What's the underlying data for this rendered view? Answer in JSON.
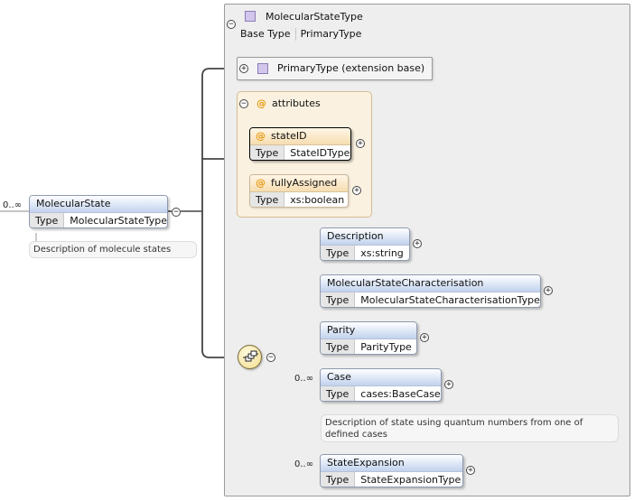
{
  "complex_type": {
    "name": "MolecularStateType",
    "base_type_label": "Base Type",
    "base_type_value": "PrimaryType",
    "extension_label": "PrimaryType (extension base)"
  },
  "root_element": {
    "occurrence": "0..∞",
    "name": "MolecularState",
    "type_label": "Type",
    "type_value": "MolecularStateType",
    "doc": "Description of molecule states"
  },
  "attributes_group": {
    "label": "attributes",
    "items": [
      {
        "name": "stateID",
        "type_label": "Type",
        "type_value": "StateIDType"
      },
      {
        "name": "fullyAssigned",
        "type_label": "Type",
        "type_value": "xs:boolean"
      }
    ]
  },
  "sequence_children": [
    {
      "occurrence": "",
      "name": "Description",
      "type_label": "Type",
      "type_value": "xs:string"
    },
    {
      "occurrence": "",
      "name": "MolecularStateCharacterisation",
      "type_label": "Type",
      "type_value": "MolecularStateCharacterisationType"
    },
    {
      "occurrence": "",
      "name": "Parity",
      "type_label": "Type",
      "type_value": "ParityType"
    },
    {
      "occurrence": "0..∞",
      "name": "Case",
      "type_label": "Type",
      "type_value": "cases:BaseCase",
      "doc": "Description of state using quantum numbers from one of defined cases"
    },
    {
      "occurrence": "0..∞",
      "name": "StateExpansion",
      "type_label": "Type",
      "type_value": "StateExpansionType"
    }
  ],
  "icons": {
    "attribute": "@",
    "expand": "+",
    "collapse": "−"
  }
}
